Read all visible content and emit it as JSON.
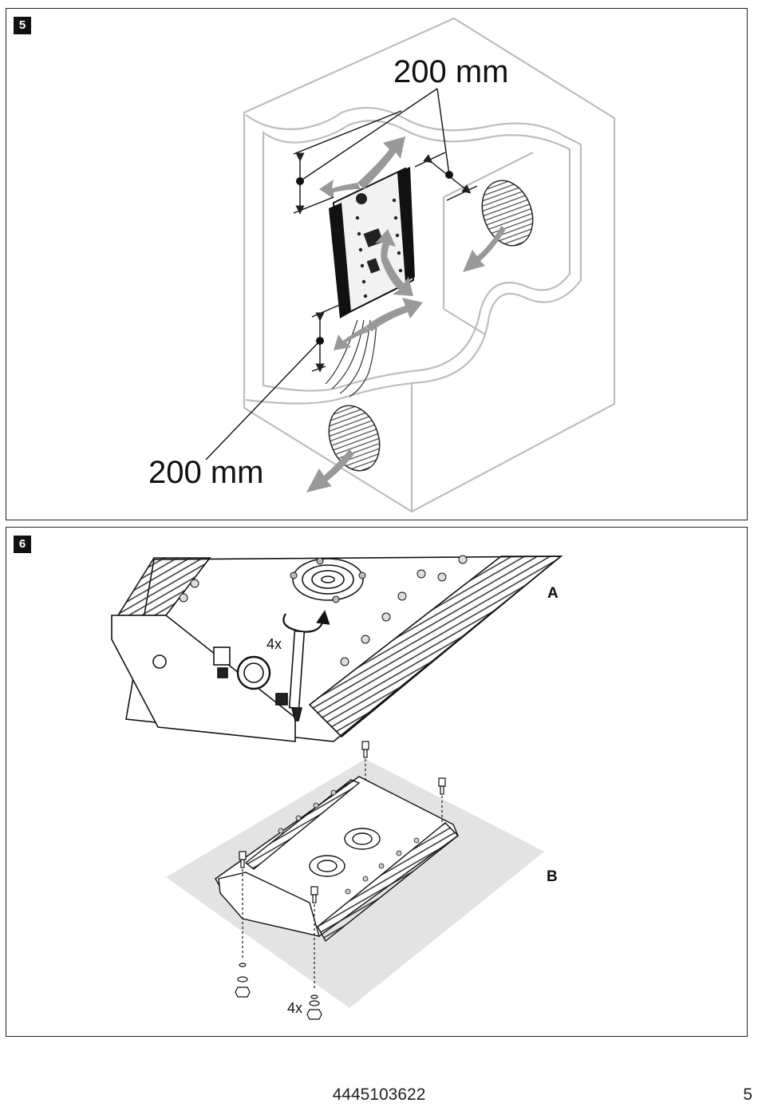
{
  "figure5": {
    "step_number": "5",
    "label_top_clearance": "200 mm",
    "label_bottom_clearance": "200 mm"
  },
  "figure6": {
    "step_number": "6",
    "label_view_a": "A",
    "label_view_b": "B",
    "label_quantity_screws": "4x",
    "label_quantity_nuts": "4x"
  },
  "footer": {
    "document_number": "4445103622",
    "page_number": "5"
  }
}
